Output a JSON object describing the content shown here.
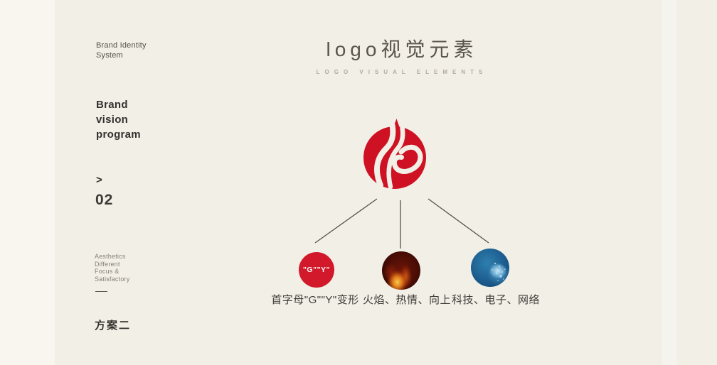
{
  "slide": {
    "background_color": "#f2efe6",
    "left_panel_color": "#f8f6ee"
  },
  "sidebar": {
    "brand_identity_lines": [
      "Brand Identity",
      "System"
    ],
    "brand_vision_lines": [
      "Brand",
      "vision",
      "program"
    ],
    "chevron": ">",
    "section_number": "02",
    "keywords_lines": [
      "Aesthetics",
      "Different",
      "Focus &",
      "Satisfactory"
    ],
    "scheme_label": "方案二"
  },
  "header": {
    "title": "logo视觉元素",
    "subtitle": "LOGO VISUAL ELEMENTS"
  },
  "diagram": {
    "logo_red": "#ce1123",
    "node_gy_red": "#d2182b",
    "nodes": [
      {
        "id": "gy",
        "circle_text": "\"G\"\"Y\"",
        "label": "首字母\"G\"\"Y\"变形"
      },
      {
        "id": "flame",
        "label": "火焰、热情、向上"
      },
      {
        "id": "tech",
        "label": "科技、电子、网络"
      }
    ]
  }
}
